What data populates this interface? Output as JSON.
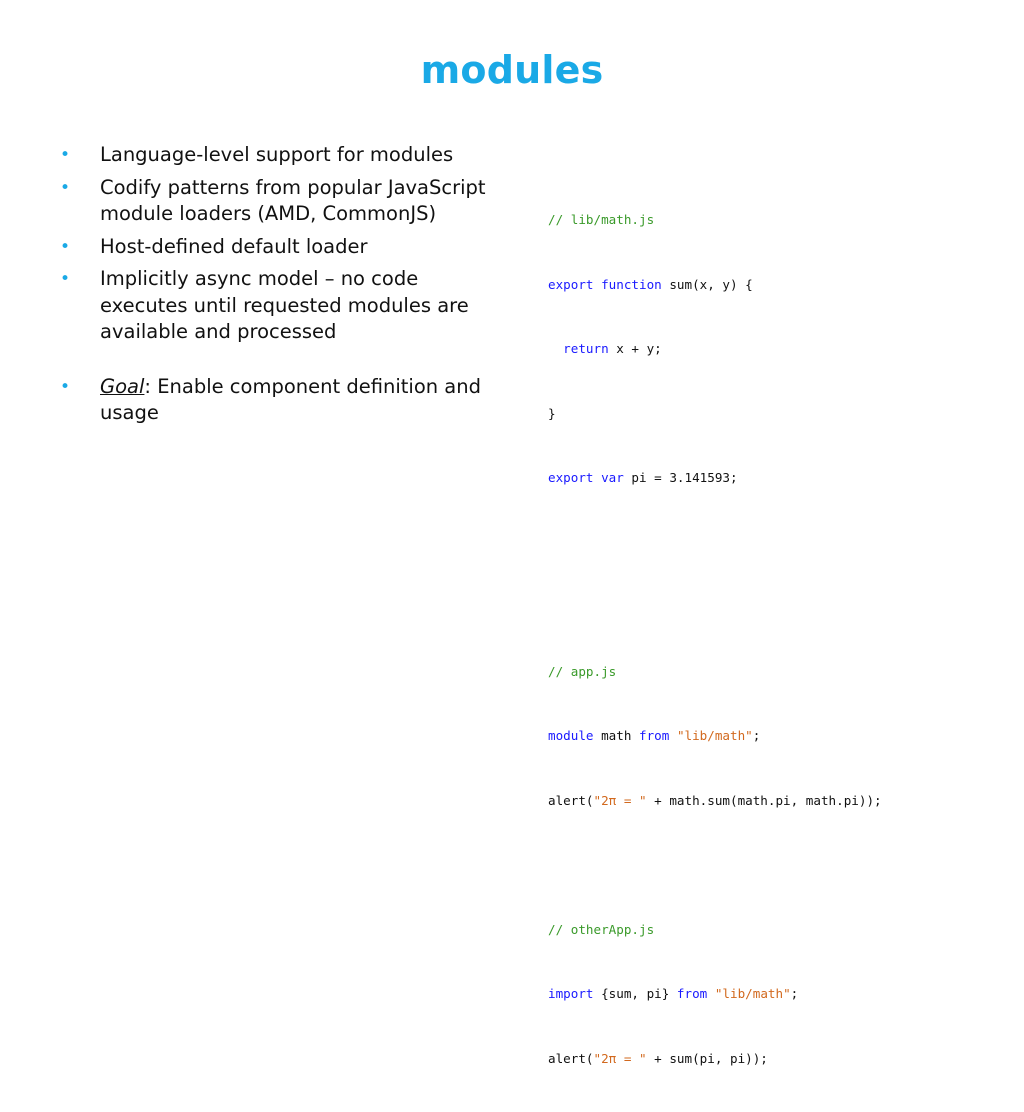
{
  "title": "modules",
  "bullets": [
    "Language-level support for modules",
    "Codify patterns from popular JavaScript module loaders (AMD, CommonJS)",
    "Host-defined default loader",
    "Implicitly async model – no code executes until requested modules are available and processed"
  ],
  "goal": {
    "label": "Goal",
    "text": ": Enable component definition and usage"
  },
  "bullet_marker": "•",
  "code": {
    "math_comment": "// lib/math.js",
    "math_l1_kw1": "export",
    "math_l1_kw2": "function",
    "math_l1_rest": " sum(x, y) {",
    "math_l2_indent": "  ",
    "math_l2_kw": "return",
    "math_l2_rest": " x + y;",
    "math_l3": "}",
    "math_l4_kw1": "export",
    "math_l4_kw2": "var",
    "math_l4_rest": " pi = 3.141593;",
    "app_comment": "// app.js",
    "app_l1_kw": "module",
    "app_l1_mid": " math ",
    "app_l1_kw2": "from",
    "app_l1_str": "\"lib/math\"",
    "app_l1_end": ";",
    "app_l2_start": "alert(",
    "app_l2_str": "\"2π = \"",
    "app_l2_rest": " + math.sum(math.pi, math.pi));",
    "other_comment": "// otherApp.js",
    "other_l1_kw": "import",
    "other_l1_mid": " {sum, pi} ",
    "other_l1_kw2": "from",
    "other_l1_str": "\"lib/math\"",
    "other_l1_end": ";",
    "other_l2_start": "alert(",
    "other_l2_str": "\"2π = \"",
    "other_l2_rest": " + sum(pi, pi));"
  },
  "colors": {
    "title": "#1aa9e6",
    "bullet": "#1aa9e6",
    "comment": "#3a9a2a",
    "keyword": "#1a1aff",
    "string": "#d2691e"
  }
}
